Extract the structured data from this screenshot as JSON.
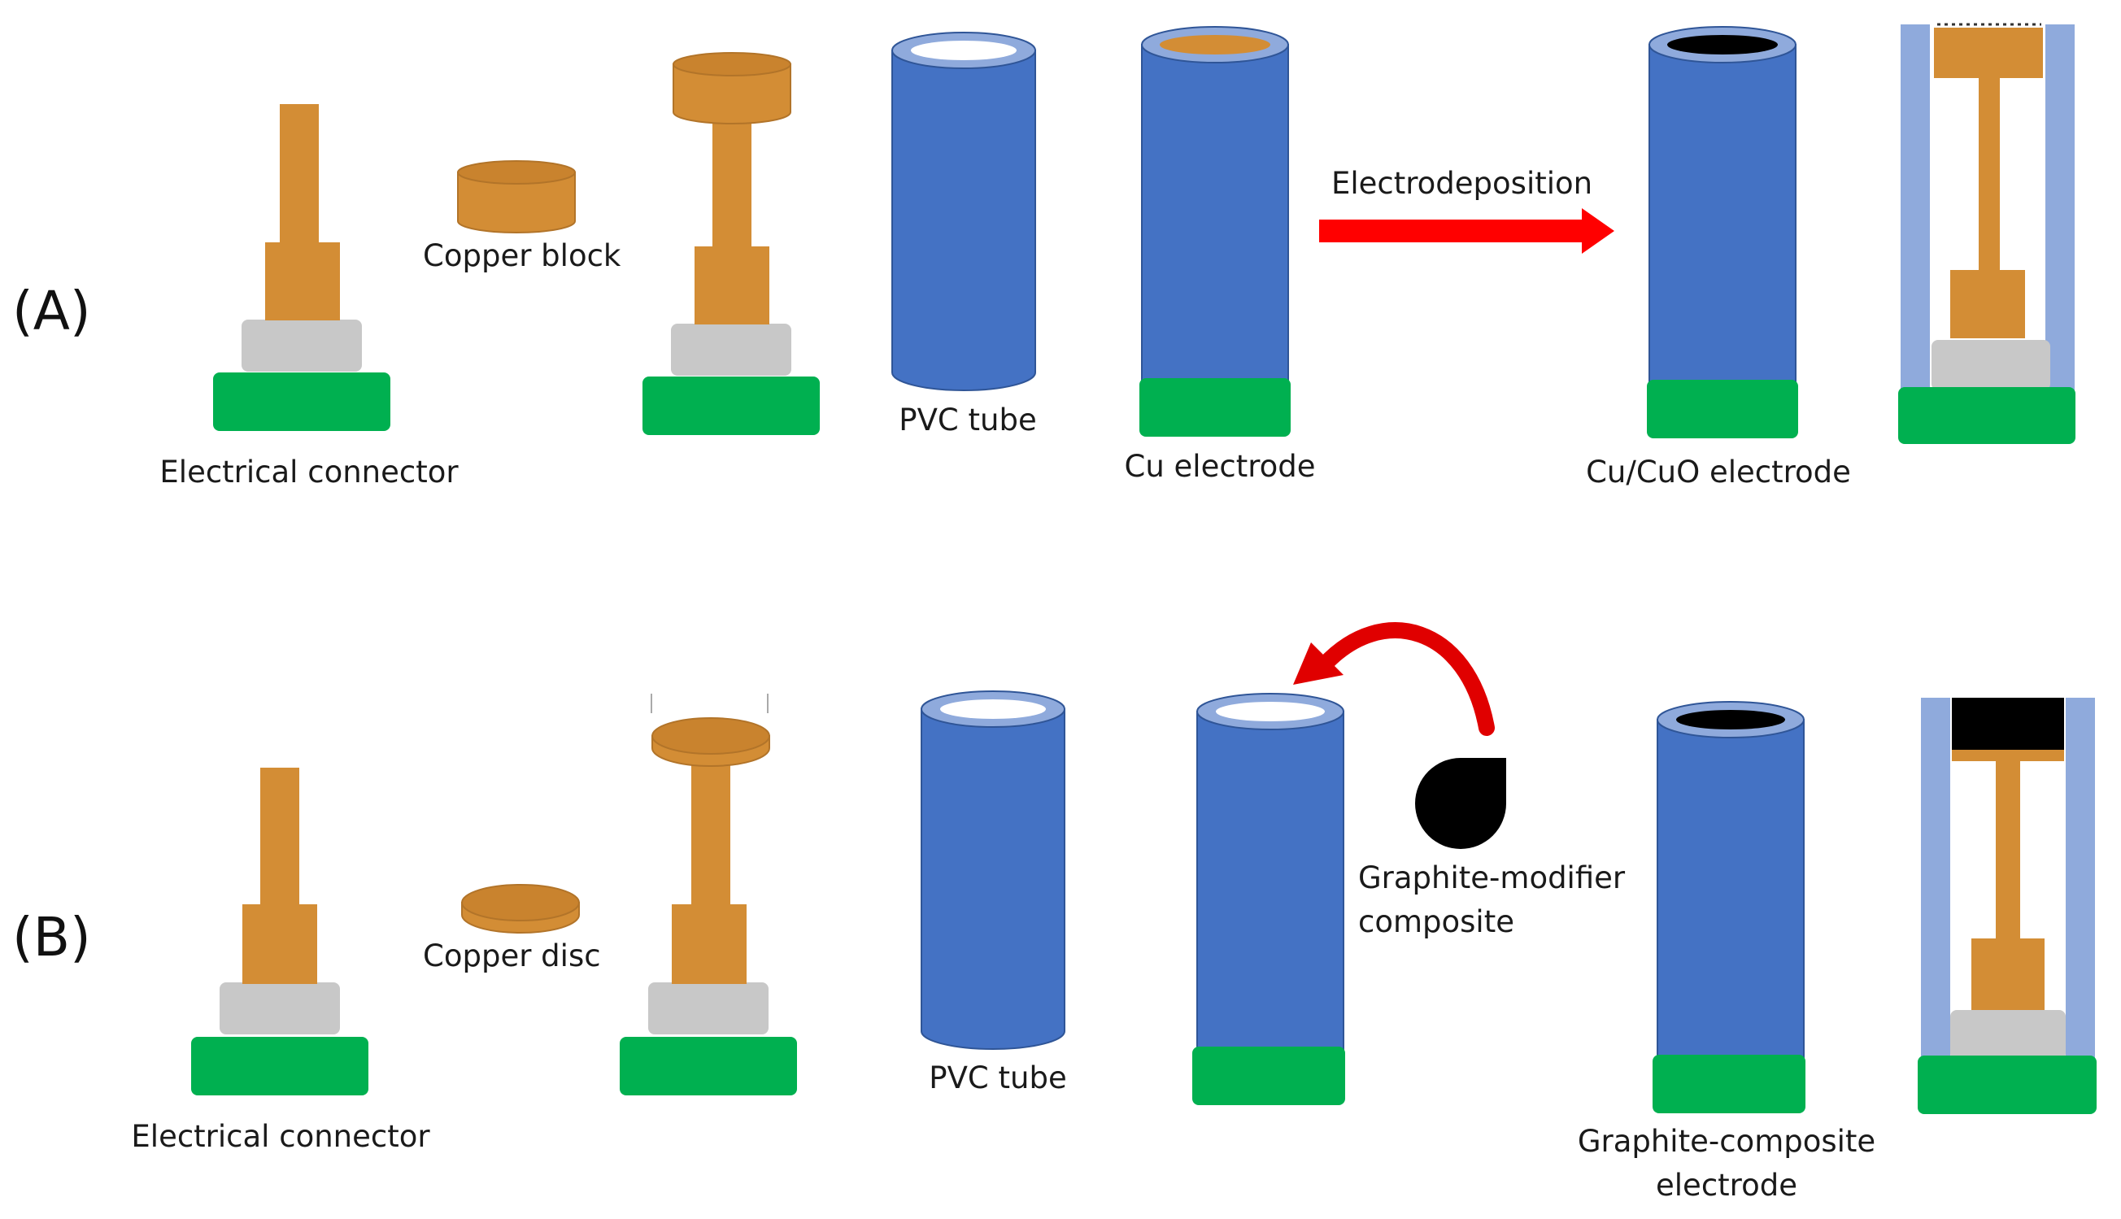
{
  "colors": {
    "copper": "#d38d35",
    "copper_top": "#c9832e",
    "copper_edge": "#b27429",
    "gray": "#c8c8c8",
    "green": "#00b050",
    "tube": "#4472c4",
    "tube_rim": "#8faadc",
    "tube_edge": "#2f5597",
    "black": "#000000",
    "arrow": "#ff0000",
    "curved_arrow": "#e00000"
  },
  "panels": {
    "a": {
      "label": "(A)",
      "electrical_connector": "Electrical connector",
      "copper_block": "Copper block",
      "pvc_tube": "PVC tube",
      "cu_electrode": "Cu electrode",
      "electrodeposition": "Electrodeposition",
      "cu_cuo_electrode": "Cu/CuO electrode"
    },
    "b": {
      "label": "(B)",
      "electrical_connector": "Electrical connector",
      "copper_disc": "Copper disc",
      "pvc_tube": "PVC tube",
      "graphite_modifier_line1": "Graphite-modifier",
      "graphite_modifier_line2": "composite",
      "graphite_composite_line1": "Graphite-composite",
      "graphite_composite_line2": "electrode"
    }
  }
}
